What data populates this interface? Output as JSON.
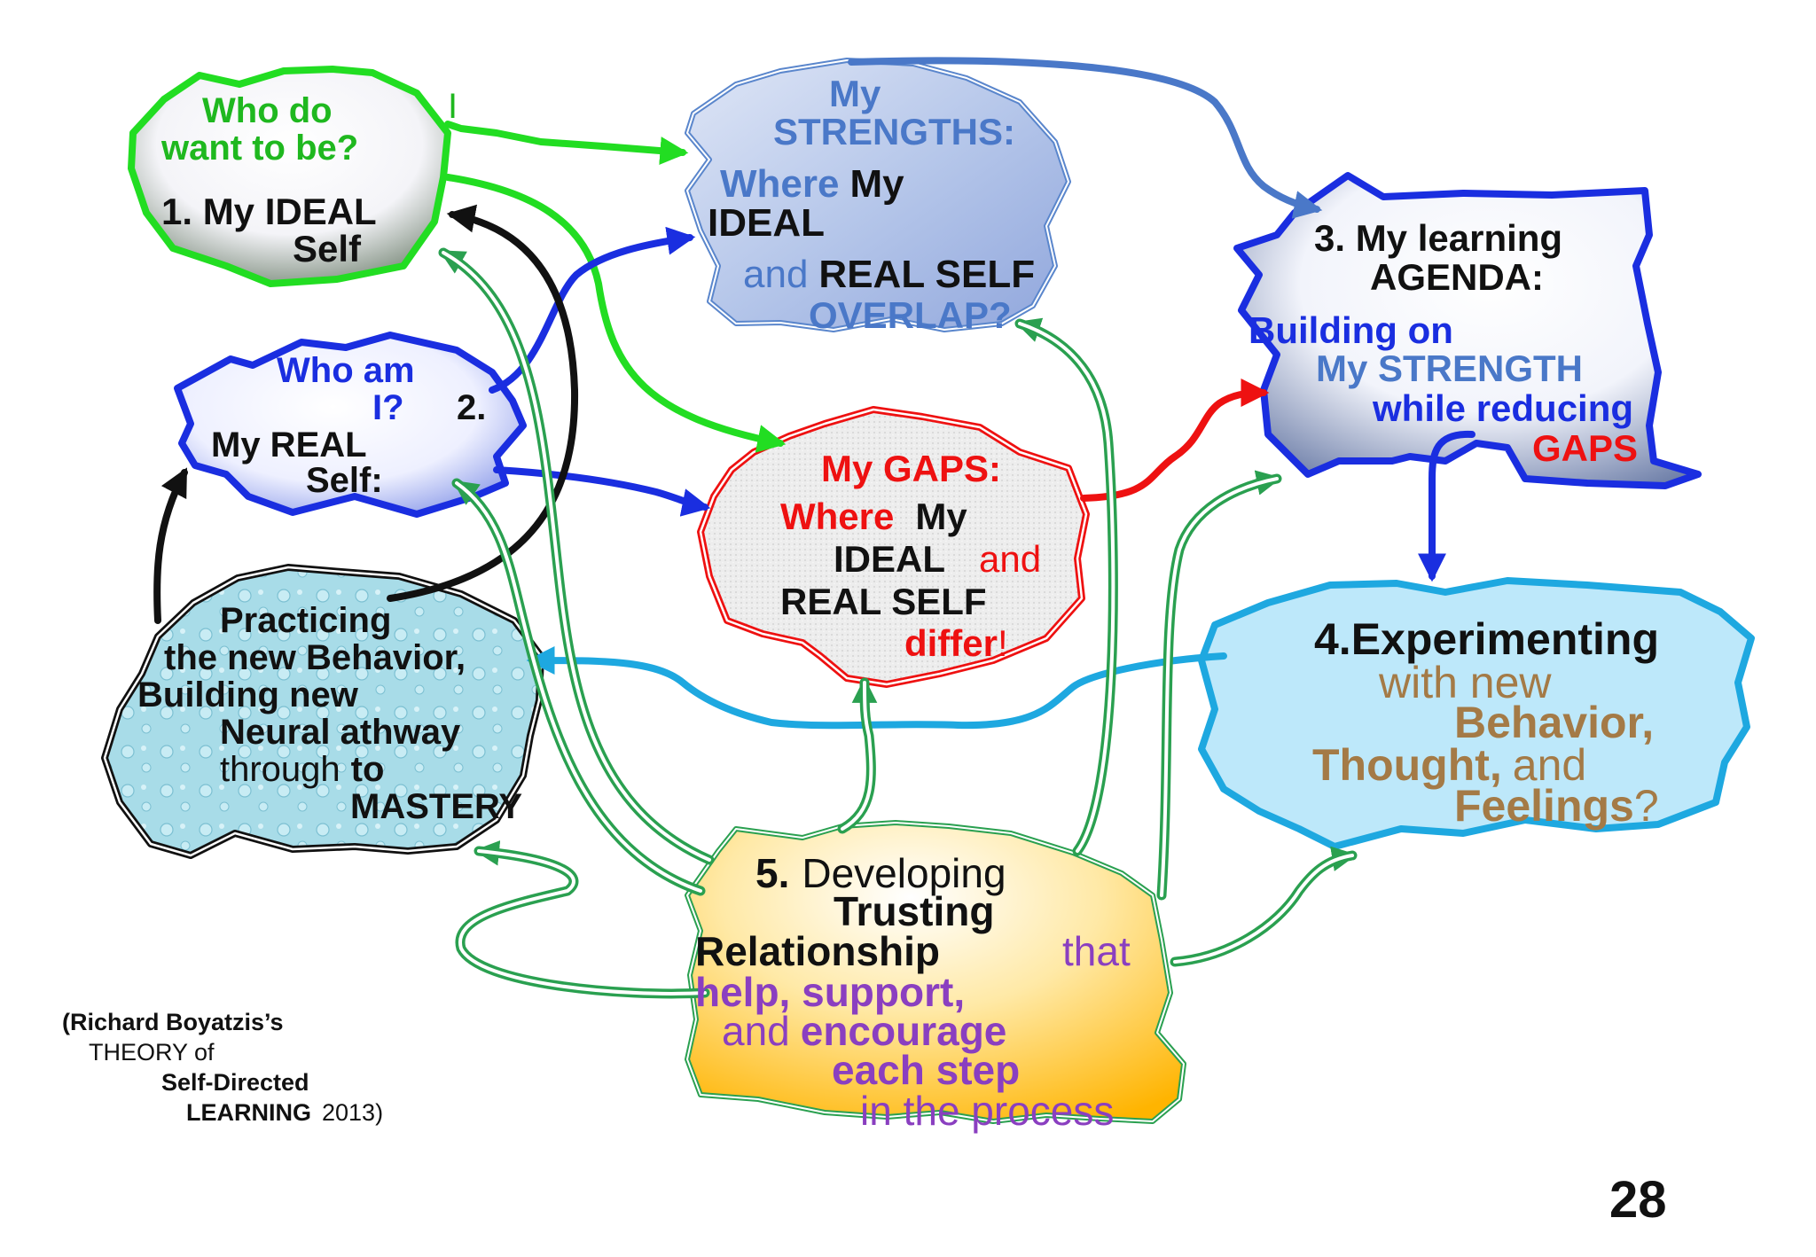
{
  "slide_number": "28",
  "colors": {
    "ideal": "#22dd22",
    "real": "#1a2ee0",
    "strengths": "#5a86cc",
    "gaps": "#ee1111",
    "agenda": "#1a2ee0",
    "experimenting": "#1ea8e0",
    "practicing": "#111111",
    "trusting": "#2aa050",
    "brown_text": "#a47a46",
    "purple_text": "#8a3fc0"
  },
  "ideal_self": {
    "question_line1": "Who do",
    "question_mark": "I",
    "question_line2": "want to be?",
    "title_line1": "1. My  IDEAL",
    "title_line2": "Self"
  },
  "real_self": {
    "question_line1": "Who am",
    "question_line2": "I?",
    "number": "2.",
    "title_line1": "My REAL",
    "title_line2": "Self:"
  },
  "strengths": {
    "line1": "My",
    "line2": "STRENGTHS:",
    "line3a": "Where",
    "line3b": "My",
    "line4": "IDEAL",
    "line5a": "and",
    "line5b": "REAL SELF",
    "line6": "OVERLAP?"
  },
  "gaps": {
    "line1": "My GAPS:",
    "line2a": "Where",
    "line2b": "My",
    "line3a": "IDEAL",
    "line3b": "and",
    "line4": "REAL SELF",
    "line5a": "differ",
    "line5b": "!"
  },
  "agenda": {
    "line1": "3. My learning",
    "line2": "AGENDA:",
    "line3": "Building on",
    "line4": "My STRENGTH",
    "line5": "while reducing",
    "line6": "GAPS"
  },
  "experimenting": {
    "line1": "4.Experimenting",
    "line2": "with new",
    "line3": "Behavior,",
    "line4a": "Thought,",
    "line4b": "and",
    "line5a": "Feelings",
    "line5b": "?"
  },
  "practicing": {
    "line1": "Practicing",
    "line2": "the new Behavior,",
    "line3": "Building new",
    "line4": "Neural athway",
    "line5a": "through",
    "line5b": "to",
    "line6": "MASTERY"
  },
  "trusting": {
    "line1a": "5.",
    "line1b": "Developing",
    "line2": "Trusting",
    "line3a": "Relationship",
    "line3b": "that",
    "line4": "help, support,",
    "line5a": "and",
    "line5b": "encourage",
    "line6": "each step",
    "line7": "in the process"
  },
  "citation": {
    "line1": "(Richard Boyatzis’s",
    "line2": "THEORY of",
    "line3": "Self-Directed",
    "line4a": "LEARNING",
    "line4b": "2013)"
  }
}
